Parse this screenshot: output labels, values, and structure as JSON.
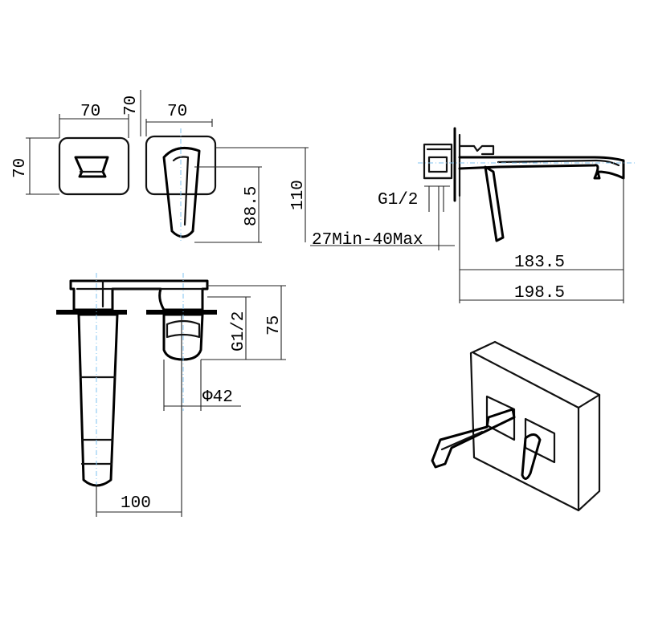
{
  "dimensions": {
    "front_left_width": "70",
    "front_left_height": "70",
    "front_mid_height": "70",
    "front_right_width": "70",
    "handle_height": "88.5",
    "plate_height": "110",
    "side_thread": "G1/2",
    "wall_range": "27Min-40Max",
    "spout_reach": "183.5",
    "total_depth": "198.5",
    "top_thread": "G1/2",
    "top_height": "75",
    "top_diameter": "Φ42",
    "spout_offset": "100"
  },
  "colors": {
    "line": "#111111",
    "centerline": "#7fc3f0",
    "background": "#ffffff"
  }
}
